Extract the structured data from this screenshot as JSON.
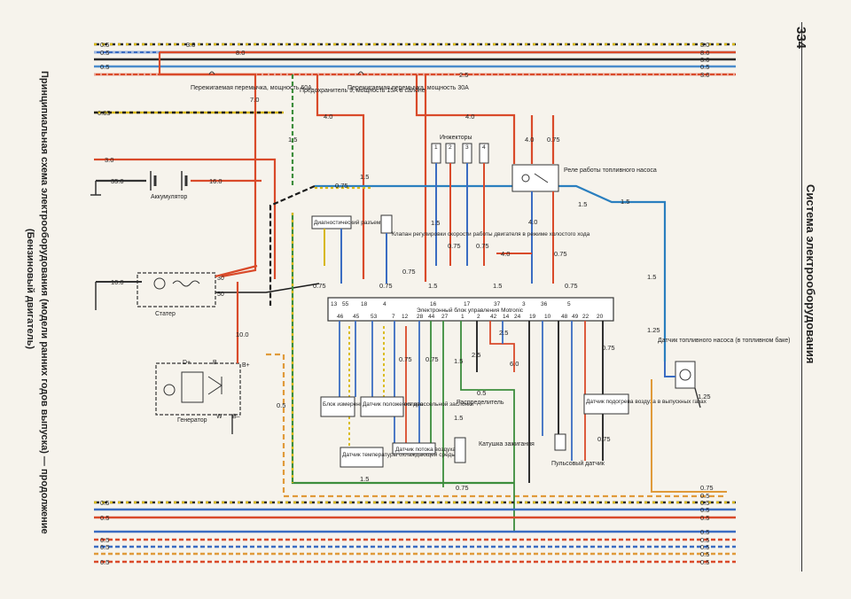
{
  "page": {
    "number": "334",
    "section_title": "Система электрооборудования",
    "caption_line1": "Принципиальная схема электрооборудования (модели ранних годов выпуска) — продолжение",
    "caption_line2": "(Бензиновый двигатель)"
  },
  "components": {
    "fuse_link_60": "Пережигаемая перемычка, мощность 60А",
    "fuse_9": "Предохранитель 9, мощность 15А в салоне",
    "fuse_link_30": "Пережигаемая перемычка, мощность 30А",
    "injectors": "Инжекторы",
    "fuel_pump_relay": "Реле работы топливного насоса",
    "battery": "Аккумулятор",
    "diag_connector": "Диагностический разъем",
    "idle_valve": "Клапан регулировки скорости работы двигателя в режиме холостого хода",
    "starter": "Статер",
    "ecu": "Электронный блок управления Motronic",
    "generator": "Генератор",
    "co_unit": "Блок измерения оптического топлива",
    "throttle_sensor": "Датчик положения дроссельной заслонки",
    "coolant_sensor": "Датчик температуры охлаждающей среды",
    "air_flow_sensor": "Датчик потока воздуха",
    "distributor": "Распределитель",
    "ignition_coil": "Катушка зажигания",
    "pulse_sensor": "Пульсовый датчик",
    "air_temp_sensor": "Датчик подогрева воздуха в выпускных газах",
    "fuel_pump_sensor": "Датчик топливного насоса (в топливном баке)"
  },
  "terminals": {
    "starter_30": "30",
    "starter_50": "50",
    "gen_dplus": "D+",
    "gen_bplus": "B+",
    "gen_w": "W",
    "gen_bminus": "B–",
    "gen_b": "B",
    "injector_1": "1",
    "injector_2": "2",
    "injector_3": "3",
    "injector_4": "4"
  },
  "ecu_pins_top": [
    "13",
    "55",
    "18",
    "4",
    "16",
    "17",
    "37",
    "3",
    "36",
    "5"
  ],
  "ecu_pins_bottom": [
    "46",
    "45",
    "53",
    "7",
    "12",
    "28",
    "44",
    "27",
    "1",
    "2",
    "42",
    "14",
    "24",
    "19",
    "10",
    "48",
    "49",
    "22",
    "20"
  ],
  "wire_gauges": {
    "g05": "0.5",
    "g30": "3.0",
    "g80": "8.0",
    "g085": "0.85",
    "g25": "2.5",
    "g70": "7.0",
    "g15": "1.5",
    "g40": "4.0",
    "g350": "35.0",
    "g160": "16.0",
    "g100": "10.0",
    "g075": "0.75",
    "g60": "6.0",
    "g125": "1.25"
  }
}
